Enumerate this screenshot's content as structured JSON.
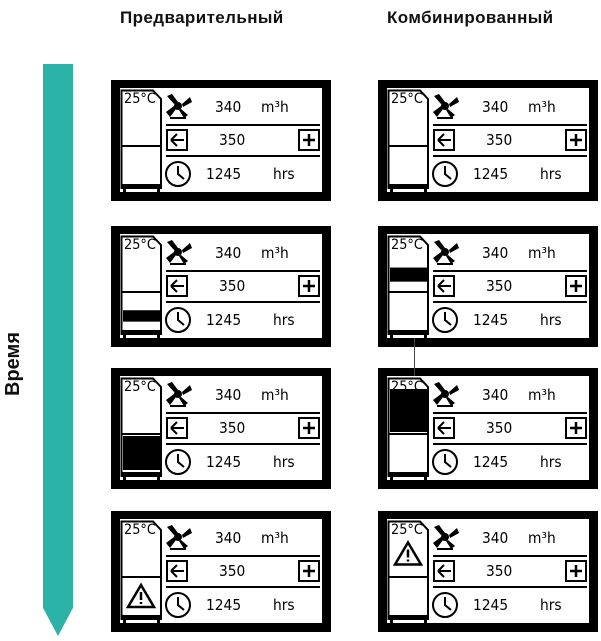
{
  "columns": [
    "Предварительный",
    "Комбинированный"
  ],
  "timeline_label": "Время",
  "colors": {
    "arrow": "#2bb3a7",
    "frame": "#000000",
    "filter_fill": "#000000"
  },
  "screen_text": {
    "temperature": "25°C",
    "airflow_value": "340",
    "airflow_unit": "m³h",
    "setpoint_value": "350",
    "hours_value": "1245",
    "hours_unit": "hrs"
  },
  "icons": [
    "fan-icon",
    "minus-icon",
    "plus-icon",
    "clock-icon",
    "warning-icon"
  ],
  "screens": [
    {
      "column": "Предварительный",
      "step": 1,
      "upper_filter": "empty",
      "lower_filter": "empty"
    },
    {
      "column": "Комбинированный",
      "step": 1,
      "upper_filter": "empty",
      "lower_filter": "empty"
    },
    {
      "column": "Предварительный",
      "step": 2,
      "upper_filter": "empty",
      "lower_filter": "partial"
    },
    {
      "column": "Комбинированный",
      "step": 2,
      "upper_filter": "partial",
      "lower_filter": "empty"
    },
    {
      "column": "Предварительный",
      "step": 3,
      "upper_filter": "empty",
      "lower_filter": "full"
    },
    {
      "column": "Комбинированный",
      "step": 3,
      "upper_filter": "full",
      "lower_filter": "empty"
    },
    {
      "column": "Предварительный",
      "step": 4,
      "upper_filter": "empty",
      "lower_filter": "warning"
    },
    {
      "column": "Комбинированный",
      "step": 4,
      "upper_filter": "warning",
      "lower_filter": "empty"
    }
  ]
}
